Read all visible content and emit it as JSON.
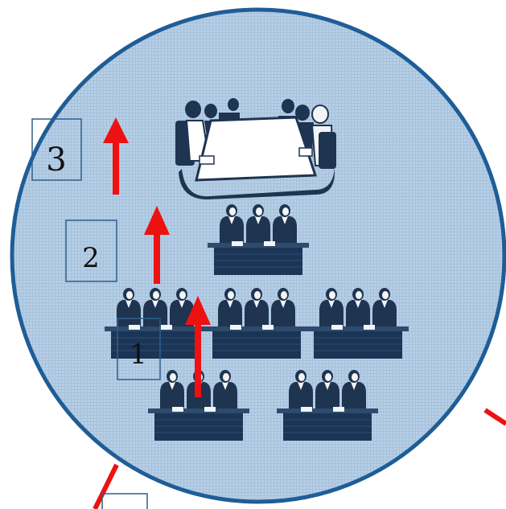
{
  "levels": [
    {
      "label": "1"
    },
    {
      "label": "2"
    },
    {
      "label": "3"
    }
  ],
  "colors": {
    "background": "#ffffff",
    "circle_fill": "#b7cfe6",
    "circle_grid": "#a6c1dc",
    "circle_border": "#1f5d96",
    "desk": "#1b3556",
    "desk_stripe": "#2e4a6d",
    "person": "#1f3450",
    "face": "#f2f4f6",
    "arrow": "#ee1111",
    "label_box": "#2f5f8e",
    "table_top": "#ffffff"
  }
}
